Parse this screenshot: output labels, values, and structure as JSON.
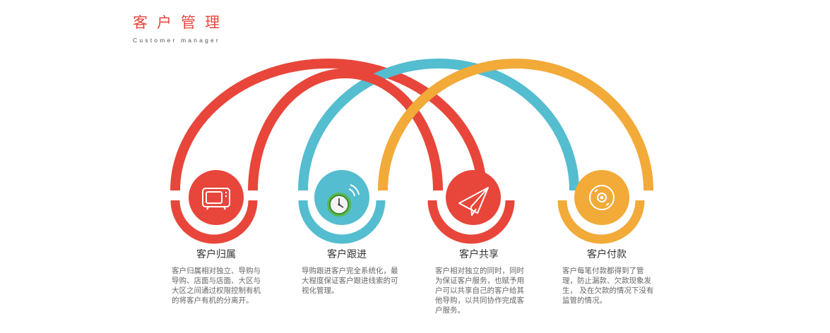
{
  "header": {
    "title": "客户管理",
    "subtitle": "Customer manager"
  },
  "colors": {
    "red": "#e8463b",
    "teal": "#54bdcf",
    "orange": "#f2aa38",
    "text_dark": "#333333",
    "text_muted": "#666666"
  },
  "cards": [
    {
      "title": "客户归属",
      "icon": "monitor-icon",
      "color": "#e8463b",
      "description": "客户归属相对独立、导购与导购、店面与店面、大区与大区之间通过权限控制有机的将客户有机的分离开。"
    },
    {
      "title": "客户跟进",
      "icon": "clock-icon",
      "color": "#54bdcf",
      "description": "导购跟进客户完全系统化，最大程度保证客户跟进线索的可视化管理。"
    },
    {
      "title": "客户共享",
      "icon": "paper-plane-icon",
      "color": "#e8463b",
      "description": "客户相对独立的同时，同时为保证客户服务，也赋予用户可以共享自己的客户给其他导购，以共同协作完成客户服务。"
    },
    {
      "title": "客户付款",
      "icon": "disc-icon",
      "color": "#f2aa38",
      "description": "客户每笔付款都得到了管理，防止漏款、欠款现象发生， 及在欠款的情况下没有监管的情况。"
    }
  ]
}
